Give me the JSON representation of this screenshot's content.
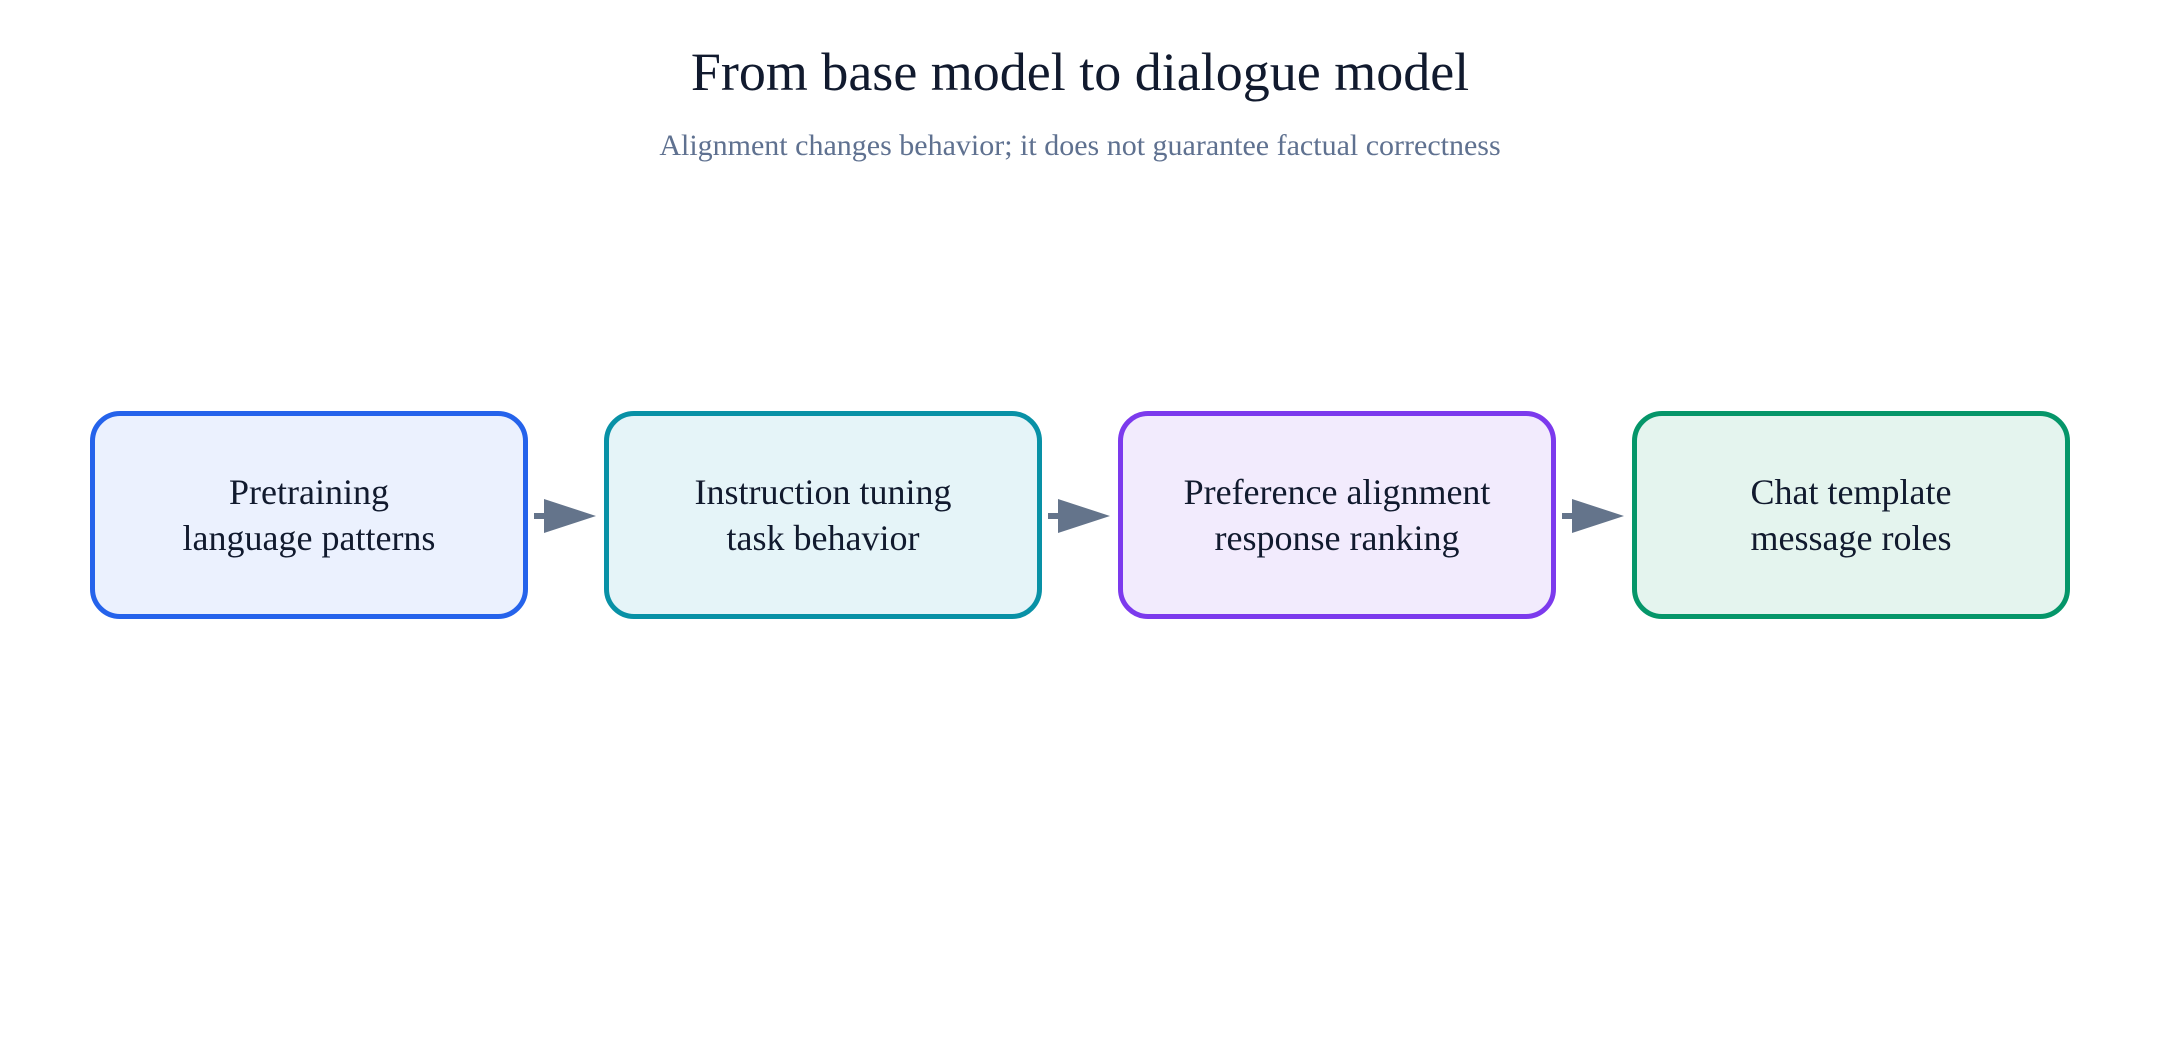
{
  "title": "From base model to dialogue model",
  "subtitle": "Alignment changes behavior; it does not guarantee factual correctness",
  "stages": [
    {
      "line1": "Pretraining",
      "line2": "language patterns",
      "border_color": "#2563eb",
      "fill_color": "#ebf1fe"
    },
    {
      "line1": "Instruction tuning",
      "line2": "task behavior",
      "border_color": "#0891a6",
      "fill_color": "#e5f4f8"
    },
    {
      "line1": "Preference alignment",
      "line2": "response ranking",
      "border_color": "#7c3aed",
      "fill_color": "#f2ebfd"
    },
    {
      "line1": "Chat template",
      "line2": "message roles",
      "border_color": "#059669",
      "fill_color": "#e4f4ee"
    }
  ],
  "arrow_color": "#64748b"
}
